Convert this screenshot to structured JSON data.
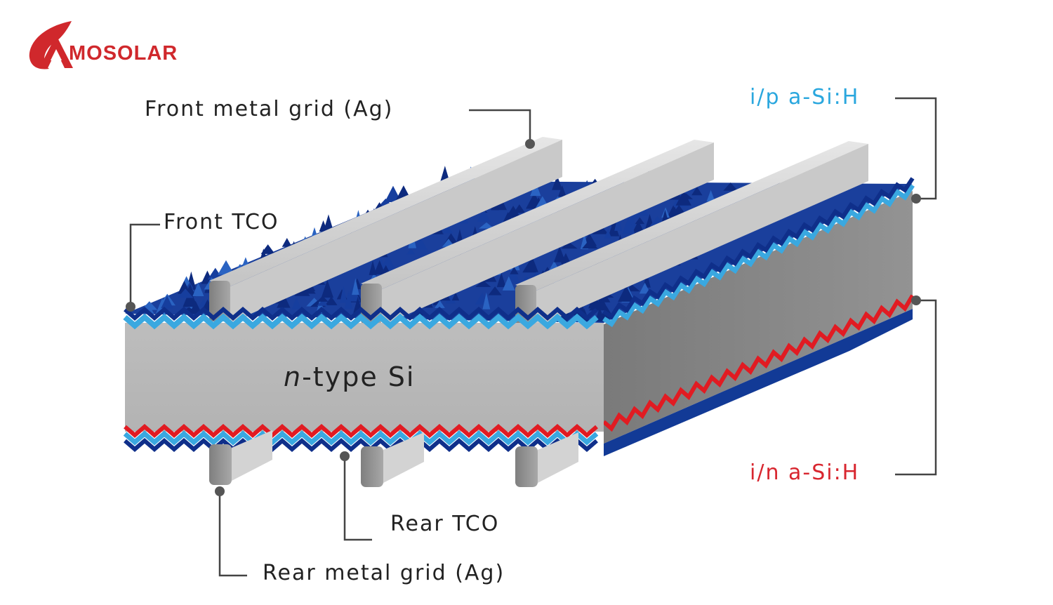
{
  "brand": {
    "logo_text": "MOSOLAR",
    "logo_letter": "A",
    "color": "#d0282c"
  },
  "labels": {
    "front_metal_grid": "Front metal grid (Ag)",
    "front_tco": "Front TCO",
    "ip_asih": "i/p a-Si:H",
    "n_type_prefix": "n",
    "n_type_suffix": "-type Si",
    "in_asih": "i/n a-Si:H",
    "rear_tco": "Rear TCO",
    "rear_metal_grid": "Rear metal grid (Ag)"
  },
  "colors": {
    "silicon_front": "#b9b9b9",
    "silicon_side": "#8a8a8a",
    "light_blue_layer": "#3aa8e0",
    "dark_blue_layer": "#0f2f8a",
    "red_layer": "#e11b22",
    "metal_grid": "#9a9a9a",
    "ip_label": "#2aa7de",
    "in_label": "#d8262f"
  }
}
